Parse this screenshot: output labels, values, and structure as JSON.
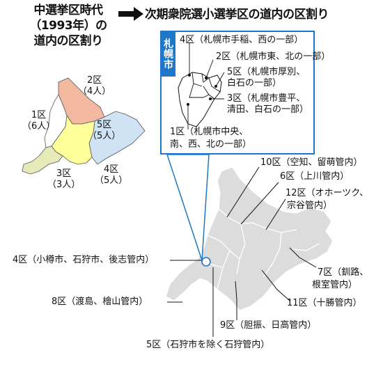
{
  "title_old": [
    "中選挙区時代",
    "（1993年）の",
    "道内の区割り"
  ],
  "title_new": "次期衆院選小選挙区の道内の区割り",
  "inset_tag": "札幌市",
  "old_districts": [
    {
      "name": "2区",
      "seats": "（4人）",
      "color": "#f2b9a0"
    },
    {
      "name": "1区",
      "seats": "（6人）",
      "color": "#ffffff"
    },
    {
      "name": "5区",
      "seats": "（5人）",
      "color": "#cfe3f4"
    },
    {
      "name": "3区",
      "seats": "（3人）",
      "color": "#e6e9b8"
    },
    {
      "name": "4区",
      "seats": "（5人）",
      "color": "#ffff9a"
    }
  ],
  "sapporo_districts": [
    "4区（札幌市手稲、西の一部）",
    "2区（札幌市東、北の一部）",
    "5区（札幌市厚別、",
    "白石の一部）",
    "3区（札幌市豊平、",
    "清田、白石の一部）",
    "1区（札幌市中央、",
    "南、西、北の一部）"
  ],
  "new_districts": {
    "d10": "10区（空知、留萌管内）",
    "d6": "6区（上川管内）",
    "d12a": "12区（オホーツク、",
    "d12b": "宗谷管内）",
    "d4": "4区（小樽市、石狩市、後志管内）",
    "d7a": "7区（釧路、",
    "d7b": "根室管内）",
    "d8": "8区（渡島、檜山管内）",
    "d11": "11区（十勝管内）",
    "d9": "9区（胆振、日高管内）",
    "d5": "5区（石狩市を除く石狩管内）"
  },
  "colors": {
    "inset_blue": "#1f77c9",
    "map_gray": "#dcdcdc"
  }
}
